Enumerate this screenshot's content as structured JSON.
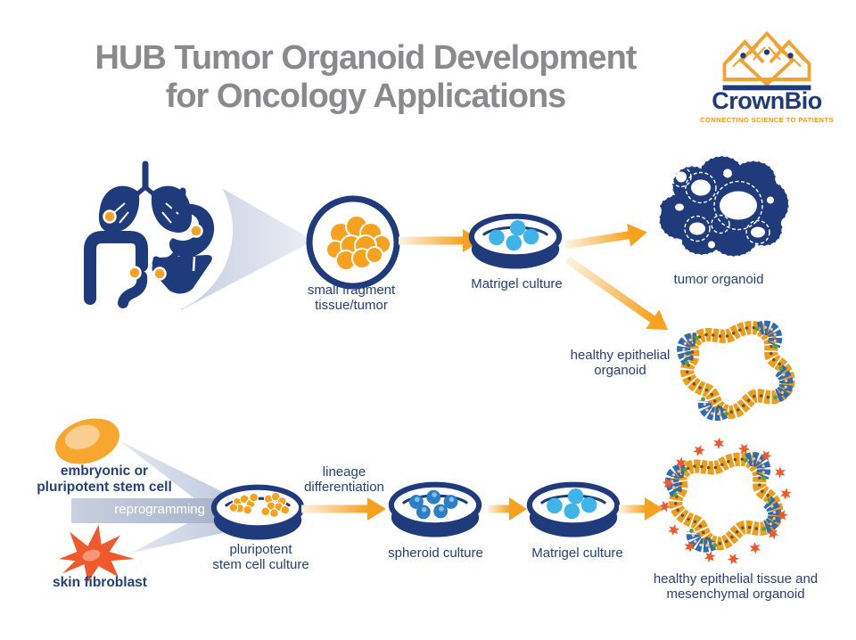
{
  "title": {
    "line1": "HUB Tumor Organoid Development",
    "line2": "for Oncology Applications"
  },
  "logo": {
    "brand": "CrownBio",
    "tagline": "CONNECTING SCIENCE TO PATIENTS"
  },
  "top_flow": {
    "organ_icons": [
      "lungs",
      "stomach",
      "colon",
      "liver"
    ],
    "fragment_label": {
      "line1": "small fragment",
      "line2": "tissue/tumor"
    },
    "matrigel_label": "Matrigel culture",
    "tumor_organoid_label": "tumor organoid",
    "healthy_organoid_label": {
      "line1": "healthy epithelial",
      "line2": "organoid"
    }
  },
  "bottom_flow": {
    "stem_cell_label": {
      "line1": "embryonic or",
      "line2": "pluripotent stem cell"
    },
    "fibroblast_label": "skin fibroblast",
    "reprogramming_label": "reprogramming",
    "pluripotent_label": {
      "line1": "pluripotent",
      "line2": "stem cell culture"
    },
    "lineage_label": {
      "line1": "lineage",
      "line2": "differentiation"
    },
    "spheroid_label": "spheroid culture",
    "matrigel_label": "Matrigel culture",
    "mesenchymal_label": {
      "line1": "healthy epithelial tissue and",
      "line2": "mesenchymal organoid"
    }
  },
  "colors": {
    "navy": "#1F3B7B",
    "orange": "#F6A21E",
    "cell_blue": "#3FB4E9",
    "spheroid_blue": "#2D7EC4",
    "fibroblast_red": "#F0592B",
    "title_gray": "#8A8A8D",
    "tagline_orange": "#F7941D"
  }
}
